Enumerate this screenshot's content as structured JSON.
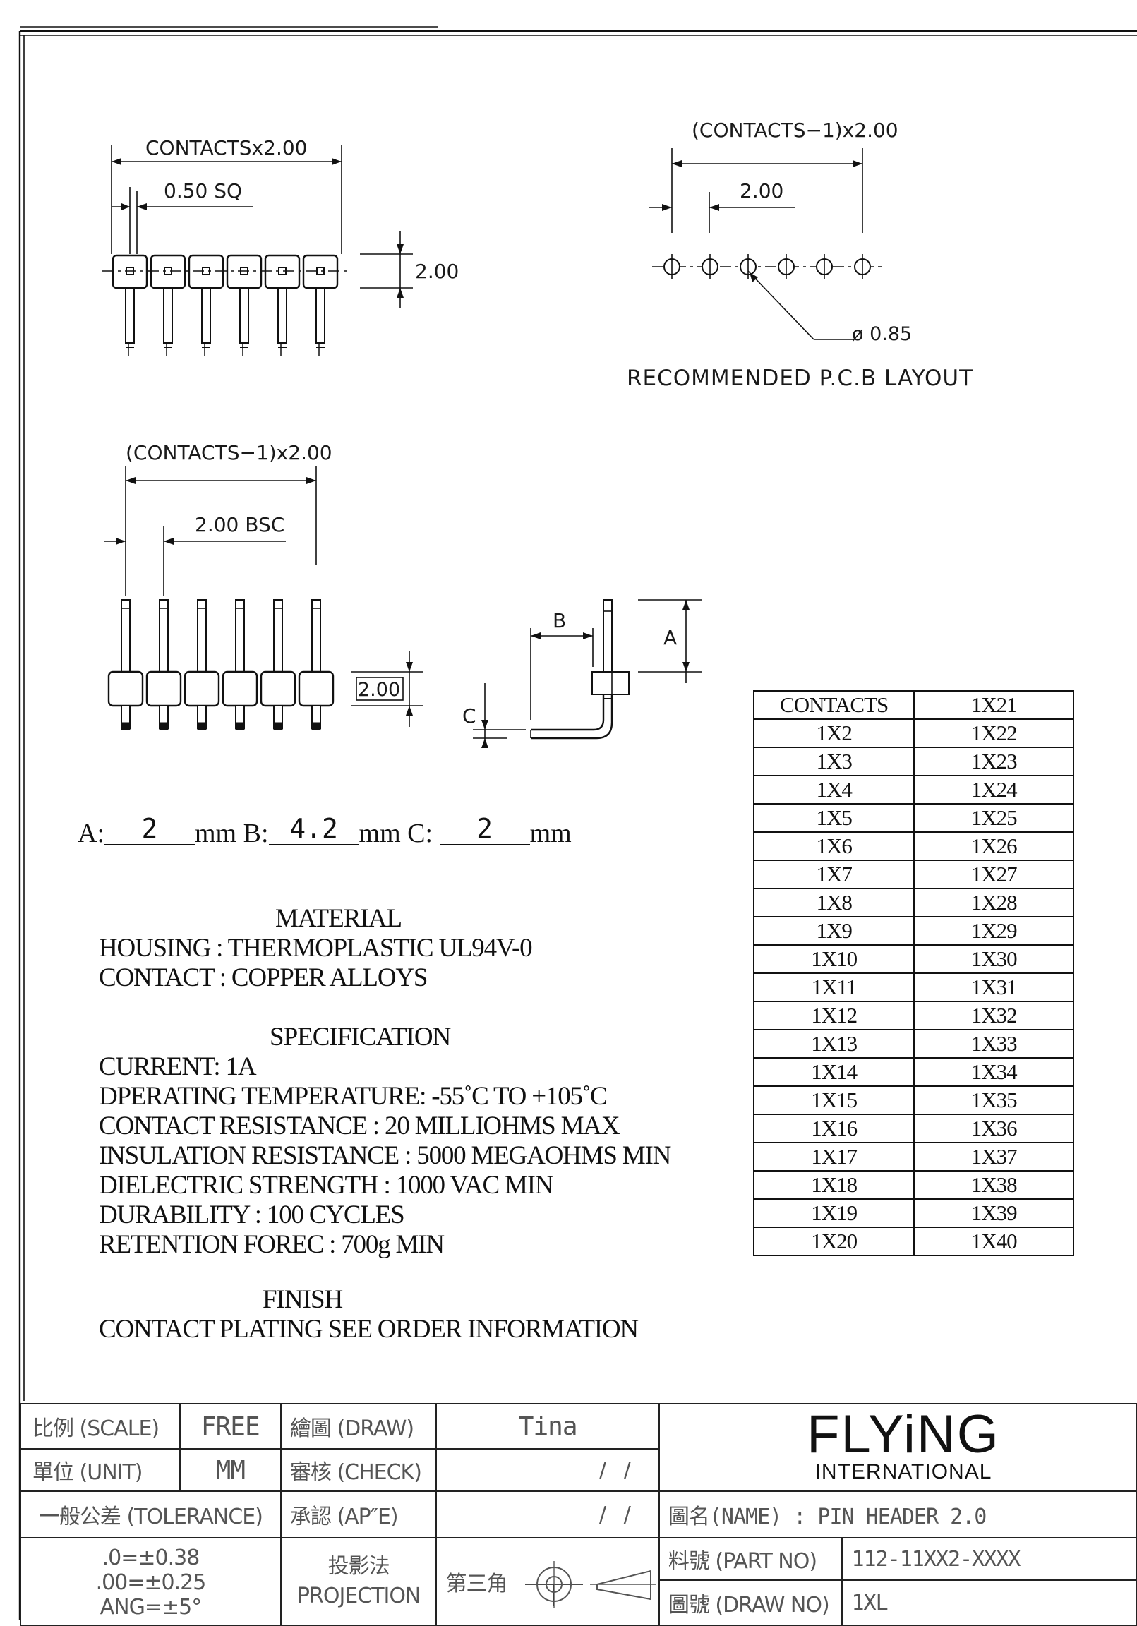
{
  "drawing": {
    "top_view": {
      "width_dim": "CONTACTSx2.00",
      "pin_dim": "0.50 SQ",
      "height_dim": "2.00"
    },
    "pcb_layout": {
      "pitch_total": "(CONTACTS−1)x2.00",
      "pitch": "2.00",
      "hole": "ø 0.85",
      "caption": "RECOMMENDED P.C.B LAYOUT"
    },
    "front_view": {
      "pitch_total": "(CONTACTS−1)x2.00",
      "pitch": "2.00 BSC",
      "height_dim": "2.00"
    },
    "side_view": {
      "label_a": "A",
      "label_b": "B",
      "label_c": "C"
    }
  },
  "dimensions": {
    "a_label": "A:",
    "a_value": "2",
    "a_unit": "mm",
    "b_label": "B:",
    "b_value": "4.2",
    "b_unit": "mm",
    "c_label": "C:",
    "c_value": "2",
    "c_unit": "mm"
  },
  "material": {
    "title": "MATERIAL",
    "housing": "HOUSING : THERMOPLASTIC UL94V-0",
    "contact": "CONTACT : COPPER ALLOYS"
  },
  "specification": {
    "title": "SPECIFICATION",
    "lines": [
      "CURRENT: 1A",
      "DPERATING TEMPERATURE: -55˚C TO +105˚C",
      "CONTACT RESISTANCE : 20 MILLIOHMS MAX",
      "INSULATION RESISTANCE : 5000 MEGAOHMS MIN",
      "DIELECTRIC STRENGTH : 1000 VAC MIN",
      "DURABILITY : 100 CYCLES",
      "RETENTION FOREC : 700g MIN"
    ]
  },
  "finish": {
    "title": "FINISH",
    "text": "CONTACT PLATING SEE ORDER INFORMATION"
  },
  "contacts_table": {
    "header_left": "CONTACTS",
    "rows": [
      [
        "",
        "1X21"
      ],
      [
        "1X2",
        "1X22"
      ],
      [
        "1X3",
        "1X23"
      ],
      [
        "1X4",
        "1X24"
      ],
      [
        "1X5",
        "1X25"
      ],
      [
        "1X6",
        "1X26"
      ],
      [
        "1X7",
        "1X27"
      ],
      [
        "1X8",
        "1X28"
      ],
      [
        "1X9",
        "1X29"
      ],
      [
        "1X10",
        "1X30"
      ],
      [
        "1X11",
        "1X31"
      ],
      [
        "1X12",
        "1X32"
      ],
      [
        "1X13",
        "1X33"
      ],
      [
        "1X14",
        "1X34"
      ],
      [
        "1X15",
        "1X35"
      ],
      [
        "1X16",
        "1X36"
      ],
      [
        "1X17",
        "1X37"
      ],
      [
        "1X18",
        "1X38"
      ],
      [
        "1X19",
        "1X39"
      ],
      [
        "1X20",
        "1X40"
      ]
    ]
  },
  "title_block": {
    "scale_label": "比例 (SCALE)",
    "scale_value": "FREE",
    "draw_label": "繪圖 (DRAW)",
    "draw_value": "Tina",
    "unit_label": "單位 (UNIT)",
    "unit_value": "MM",
    "check_label": "審核 (CHECK)",
    "check_value": "/   /",
    "tolerance_label": "一般公差 (TOLERANCE)",
    "approve_label": "承認 (AP″E)",
    "approve_value": "/   /",
    "tol_1": ".0=±0.38",
    "tol_2": ".00=±0.25",
    "tol_3": "ANG=±5°",
    "projection_cn": "投影法",
    "projection_en": "PROJECTION",
    "projection_type": "第三角",
    "name_label": "圖名(NAME) :",
    "name_value": "PIN HEADER 2.0",
    "part_label": "料號 (PART NO)",
    "part_value": "112-11XX2-XXXX",
    "drawno_label": "圖號 (DRAW NO)",
    "drawno_value": "1XL"
  },
  "logo": {
    "main": "FLYiNG",
    "sub": "INTERNATIONAL"
  }
}
